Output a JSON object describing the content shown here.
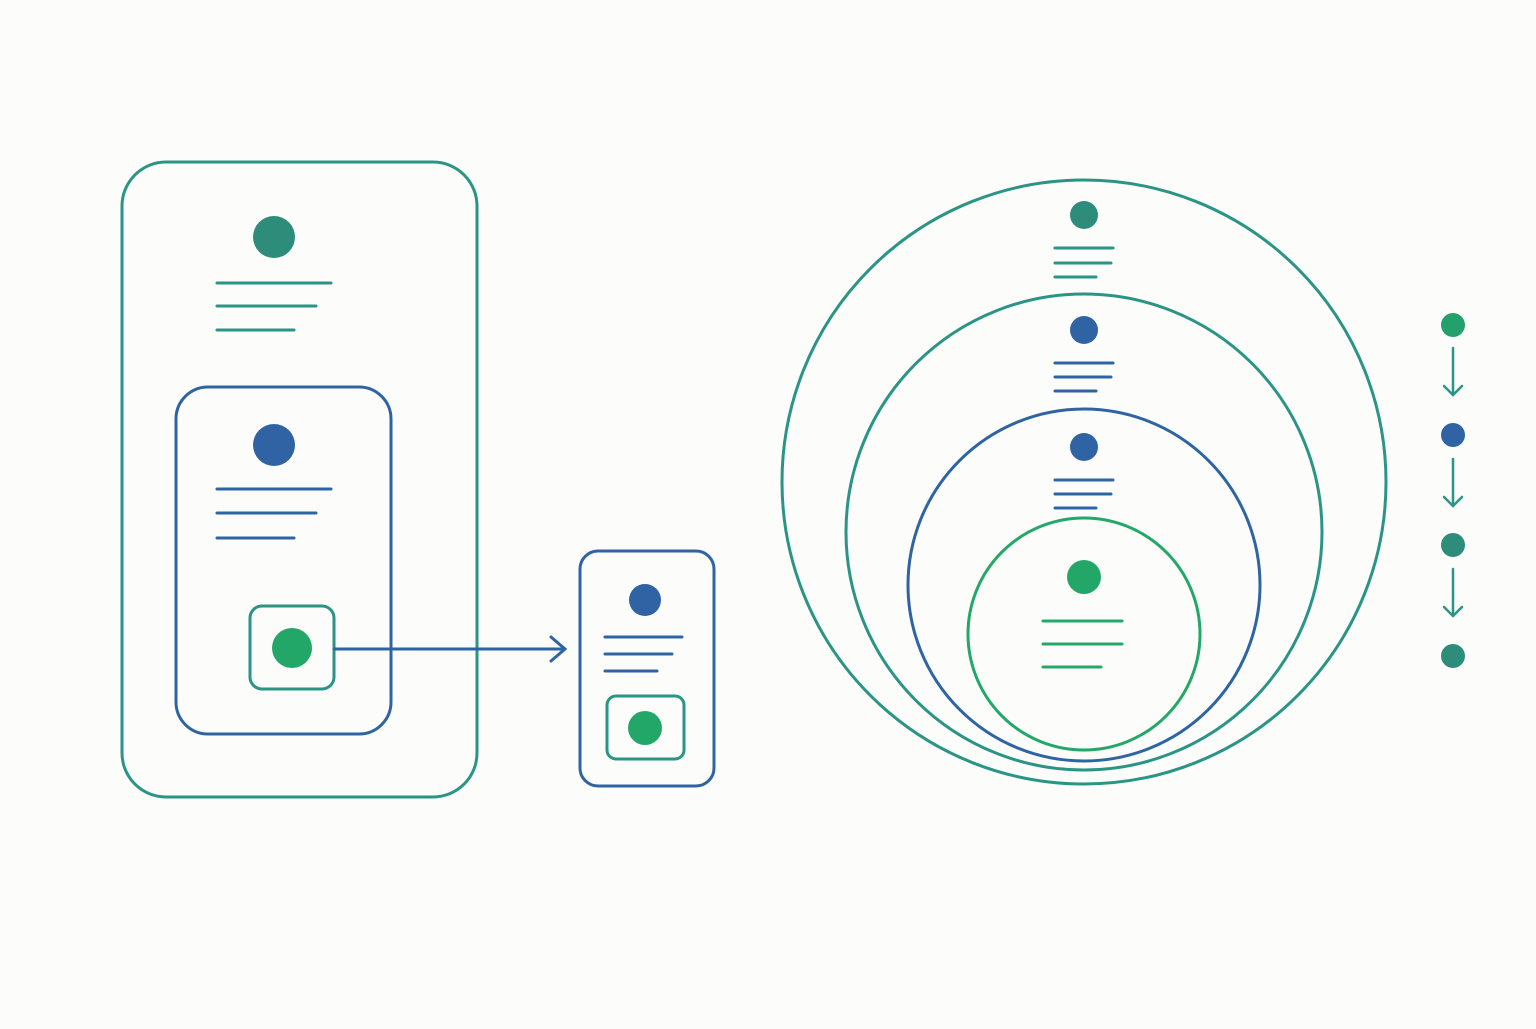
{
  "colors": {
    "background": "#fcfcfa",
    "teal": "#2a9585",
    "blue": "#2f64a4",
    "green": "#23a86a",
    "dot_teal": "#2d8d7a",
    "dot_blue": "#2f63a3",
    "dot_green": "#22a768"
  },
  "icons": {
    "node": "filled-circle-icon",
    "text_lines": "text-lines-icon",
    "arrow": "arrow-right-icon",
    "down_arrow": "arrow-down-icon"
  },
  "nested_boxes": {
    "levels": [
      "outer",
      "middle",
      "inner"
    ],
    "extracted_card": {
      "levels": [
        "card",
        "inner"
      ]
    }
  },
  "nested_circles": {
    "levels": [
      "outermost",
      "second",
      "third",
      "innermost"
    ]
  },
  "sequence": {
    "nodes": [
      "teal-green",
      "blue",
      "teal",
      "teal"
    ],
    "arrows": 3
  }
}
